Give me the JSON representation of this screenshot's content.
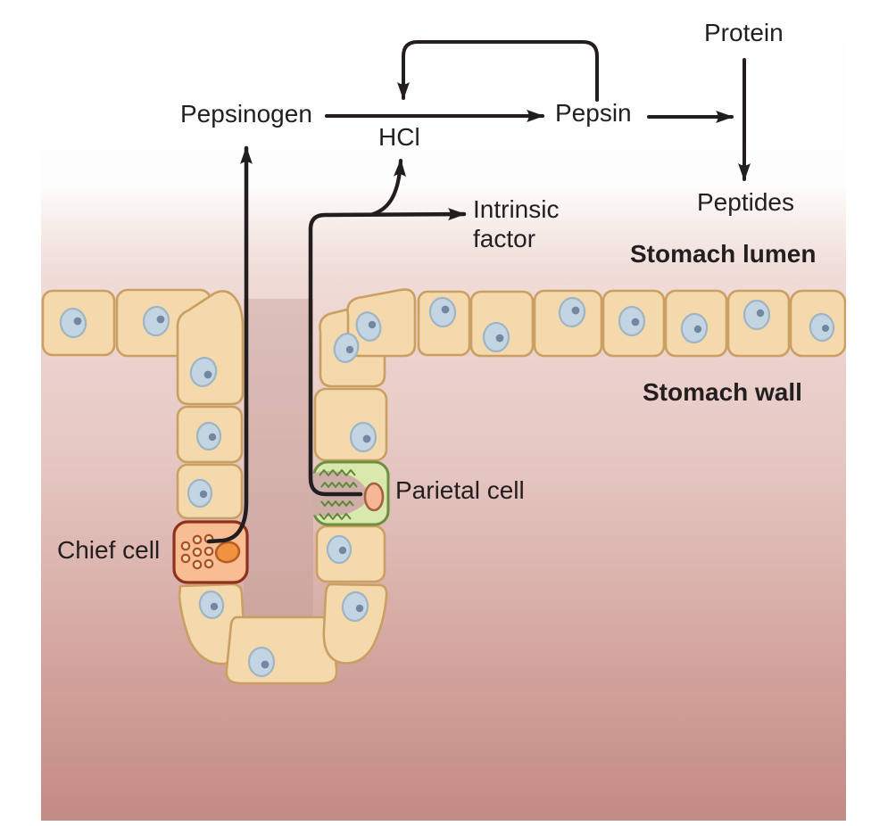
{
  "labels": {
    "pepsinogen": "Pepsinogen",
    "hcl": "HCl",
    "pepsin": "Pepsin",
    "protein": "Protein",
    "peptides": "Peptides",
    "intrinsic_factor": "Intrinsic\nfactor",
    "stomach_lumen": "Stomach lumen",
    "stomach_wall": "Stomach wall",
    "parietal_cell": "Parietal cell",
    "chief_cell": "Chief cell"
  },
  "process_edges": [
    "Chief cell → Pepsinogen (secreted into stomach lumen)",
    "Pepsinogen → Pepsin (conversion arrow)",
    "HCl → acts on Pepsinogen-to-Pepsin conversion",
    "Pepsin → feedback loop back onto Pepsinogen-to-Pepsin conversion",
    "Parietal cell → HCl",
    "Parietal cell → Intrinsic factor",
    "Pepsin → Protein",
    "Protein → Peptides"
  ],
  "regions": {
    "lumen": "Stomach lumen",
    "wall": "Stomach wall"
  },
  "colors": {
    "background_top": "#ffffff",
    "lumen_band": "#f8f0ed",
    "wall_top": "#efd9d5",
    "wall_bottom": "#c28b84",
    "pit_channel": "#cda49e",
    "epithelial_cell_fill": "#f3d9ac",
    "epithelial_cell_stroke": "#cb9f62",
    "nucleus_fill": "#c3d5e2",
    "nucleus_stroke": "#9fb4c4",
    "nucleus_dot": "#7388a0",
    "chief_cell_fill": "#f8bd92",
    "chief_cell_stroke": "#90301c",
    "chief_nucleus_fill": "#f0923f",
    "chief_granule_stroke": "#a4512a",
    "parietal_cell_fill": "#d9e9ae",
    "parietal_cell_stroke": "#6b8f3f",
    "parietal_canaliculus": "#5d8a35",
    "parietal_nucleus_fill": "#f6b795",
    "arrow_color": "#221e1f",
    "text_color": "#231f20"
  },
  "epithelial_cell_count": 20
}
